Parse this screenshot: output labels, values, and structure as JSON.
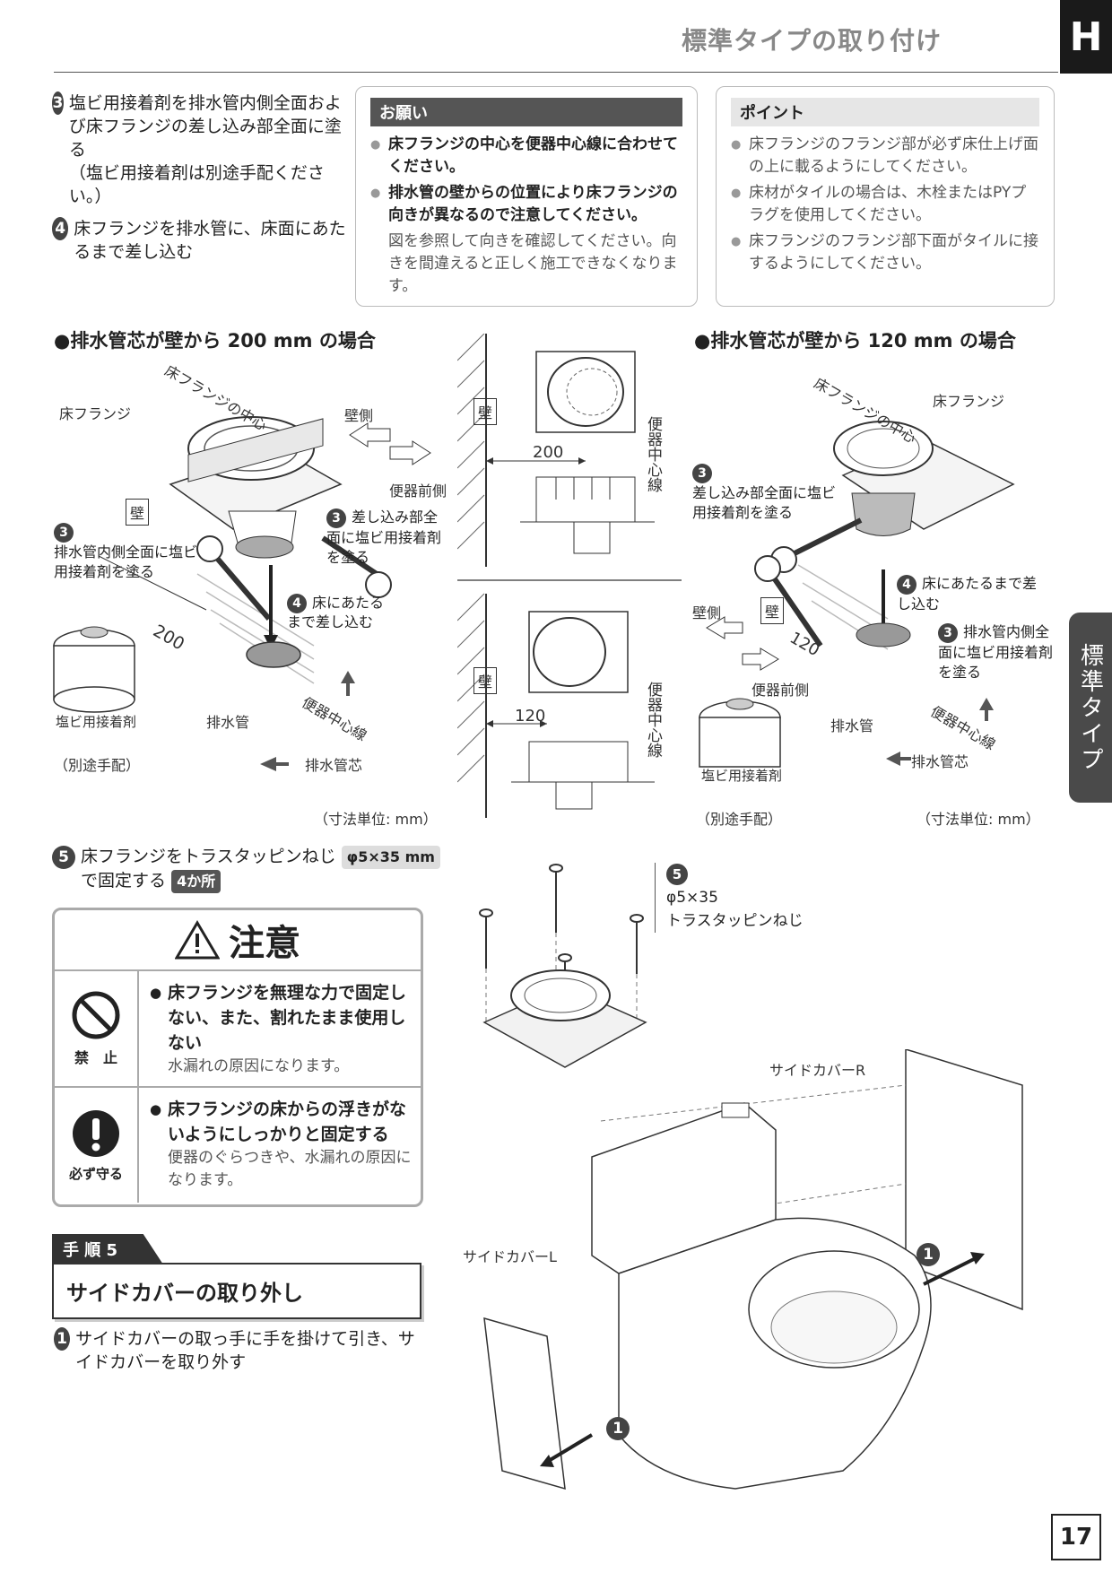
{
  "header": {
    "title": "標準タイプの取り付け",
    "tab": "H"
  },
  "side_tab": "標準タイプ",
  "page_number": "17",
  "steps_top": {
    "s3_num": "3",
    "s3_text": "塩ビ用接着剤を排水管内側全面および床フランジの差し込み部全面に塗る",
    "s3_note": "（塩ビ用接着剤は別途手配ください。）",
    "s4_num": "4",
    "s4_text": "床フランジを排水管に、床面にあたるまで差し込む"
  },
  "request_box": {
    "heading": "お願い",
    "b1": "床フランジの中心を便器中心線に合わせてください。",
    "b2": "排水管の壁からの位置により床フランジの向きが異なるので注意してください。",
    "note": "図を参照して向きを確認してください。向きを間違えると正しく施工できなくなります。"
  },
  "point_box": {
    "heading": "ポイント",
    "b1": "床フランジのフランジ部が必ず床仕上げ面の上に載るようにしてください。",
    "b2": "床材がタイルの場合は、木栓またはPYプラグを使用してください。",
    "b3": "床フランジのフランジ部下面がタイルに接するようにしてください。"
  },
  "diagram_200": {
    "title": "●排水管芯が壁から 200 mm の場合",
    "flange_center": "床フランジの中心",
    "flange": "床フランジ",
    "wall_side": "壁側",
    "front_side": "便器前側",
    "wall": "壁",
    "wall_plan": "壁",
    "step3a_num": "3",
    "step3a": "差し込み部全面に塩ビ用接着剤を塗る",
    "step3b_num": "3",
    "step3b": "排水管内側全面に塩ビ用接着剤を塗る",
    "step4_num": "4",
    "step4": "床にあたるまで差し込む",
    "dim": "200",
    "dim_plan": "200",
    "drain_pipe": "排水管",
    "centerline": "便器中心線",
    "centerline_plan": "便器中心線",
    "adhesive": "塩ビ用接着剤",
    "separate": "（別途手配）",
    "pipe_core": "排水管芯",
    "unit": "（寸法単位: mm）"
  },
  "plan_120": {
    "wall": "壁",
    "dim": "120",
    "centerline": "便器中心線"
  },
  "diagram_120": {
    "title": "●排水管芯が壁から 120 mm の場合",
    "flange_center": "床フランジの中心",
    "flange": "床フランジ",
    "step3a_num": "3",
    "step3a": "差し込み部全面に塩ビ用接着剤を塗る",
    "step4_num": "4",
    "step4": "床にあたるまで差し込む",
    "step3b_num": "3",
    "step3b": "排水管内側全面に塩ビ用接着剤を塗る",
    "wall_side": "壁側",
    "wall": "壁",
    "dim": "120",
    "front_side": "便器前側",
    "drain_pipe": "排水管",
    "centerline": "便器中心線",
    "pipe_core": "排水管芯",
    "adhesive": "塩ビ用接着剤",
    "separate": "（別途手配）",
    "unit": "（寸法単位: mm）"
  },
  "step5": {
    "num": "5",
    "text_a": "床フランジをトラスタッピンねじ",
    "spec": "φ5×35 mm",
    "text_b": "で固定する",
    "count": "4か所",
    "label_num": "5",
    "label_spec": "φ5×35",
    "label_name": "トラスタッピンねじ"
  },
  "caution": {
    "title": "注意",
    "prohibit_label": "禁　止",
    "prohibit_main": "床フランジを無理な力で固定しない、また、割れたまま使用しない",
    "prohibit_sub": "水漏れの原因になります。",
    "must_label": "必ず守る",
    "must_main": "床フランジの床からの浮きがないようにしっかりと固定する",
    "must_sub": "便器のぐらつきや、水漏れの原因になります。"
  },
  "procedure": {
    "tag": "手 順 5",
    "title": "サイドカバーの取り外し",
    "step_num": "1",
    "step_text": "サイドカバーの取っ手に手を掛けて引き、サイドカバーを取り外す"
  },
  "toilet_diagram": {
    "cover_r": "サイドカバーR",
    "cover_l": "サイドカバーL",
    "arrow_r_num": "1",
    "arrow_l_num": "1"
  }
}
